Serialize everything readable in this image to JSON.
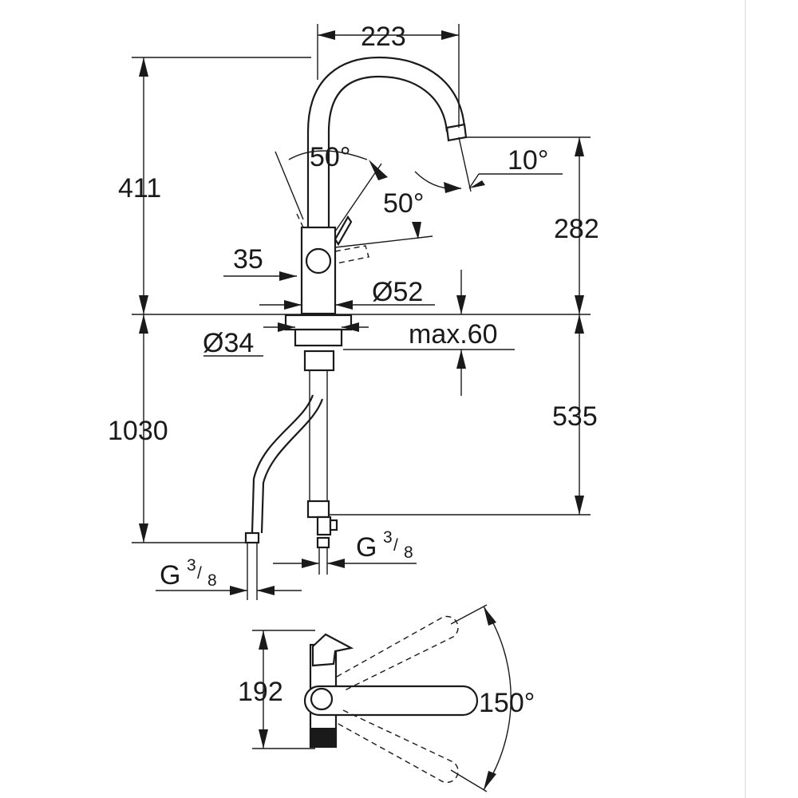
{
  "dimensions": {
    "spout_reach": "223",
    "total_height": "411",
    "lever_angle_left": "50°",
    "lever_angle_right": "50°",
    "spout_angle": "10°",
    "spout_height": "282",
    "lever_offset": "35",
    "body_diameter": "Ø52",
    "hole_diameter": "Ø34",
    "max_deck_thickness": "max.60",
    "hose_length": "1030",
    "below_deck_length": "535",
    "connection_left_main": "G",
    "connection_left_num": "3",
    "connection_left_den": "8",
    "connection_right_main": "G",
    "connection_right_num": "3",
    "connection_right_den": "8",
    "top_view_depth": "192",
    "swivel_angle": "150°"
  }
}
